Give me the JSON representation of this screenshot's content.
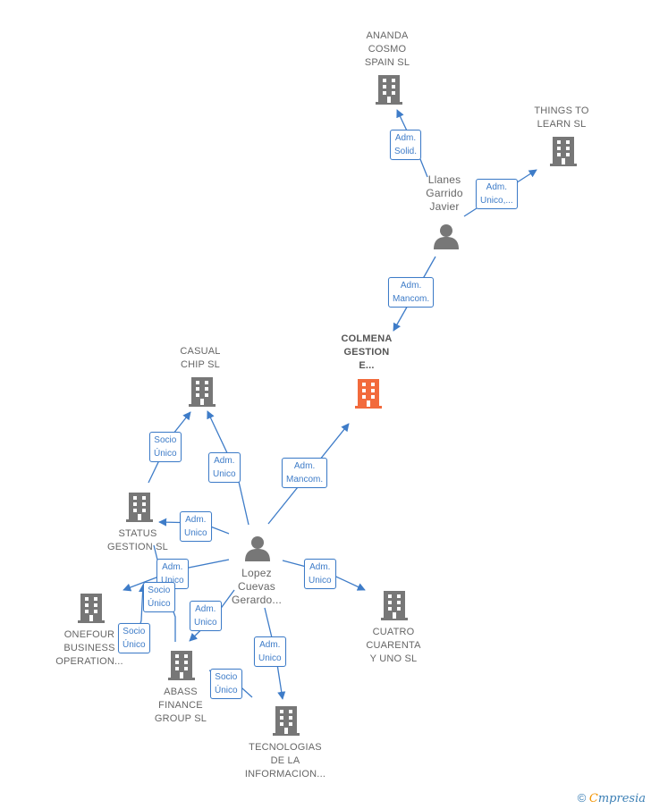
{
  "colors": {
    "edge": "#3e7cc8",
    "company_icon": "#777777",
    "focus_icon": "#f26a3c",
    "person_icon": "#777777"
  },
  "nodes": {
    "ananda": {
      "label": "ANANDA\nCOSMO\nSPAIN SL",
      "icon": "building-icon"
    },
    "things": {
      "label": "THINGS TO\nLEARN SL",
      "icon": "building-icon"
    },
    "llanes": {
      "label": "Llanes\nGarrido\nJavier",
      "icon": "person-icon"
    },
    "colmena": {
      "label": "COLMENA\nGESTION\nE...",
      "icon": "building-icon"
    },
    "casual": {
      "label": "CASUAL\nCHIP SL",
      "icon": "building-icon"
    },
    "status": {
      "label": "STATUS\nGESTION SL",
      "icon": "building-icon"
    },
    "lopez": {
      "label": "Lopez\nCuevas\nGerardo...",
      "icon": "person-icon"
    },
    "onefour": {
      "label": "ONEFOUR\nBUSINESS\nOPERATION...",
      "icon": "building-icon"
    },
    "cuatro": {
      "label": "CUATRO\nCUARENTA\nY UNO SL",
      "icon": "building-icon"
    },
    "abass": {
      "label": "ABASS\nFINANCE\nGROUP SL",
      "icon": "building-icon"
    },
    "tecnologias": {
      "label": "TECNOLOGIAS\nDE LA\nINFORMACION...",
      "icon": "building-icon"
    }
  },
  "edges": {
    "e1": "Adm.\nSolid.",
    "e2": "Adm.\nUnico,...",
    "e3": "Adm.\nMancom.",
    "e4": "Adm.\nMancom.",
    "e5": "Adm.\nUnico",
    "e6": "Socio\nÚnico",
    "e7": "Adm.\nUnico",
    "e8": "Adm.\nUnico",
    "e9": "Socio\nÚnico",
    "e10": "Socio\nÚnico",
    "e11": "Adm.\nUnico",
    "e12": "Adm.\nUnico",
    "e13": "Adm.\nUnico",
    "e14": "Socio\nÚnico"
  },
  "footer": {
    "copyright": "©",
    "brand_first": "C",
    "brand_rest": "mpresia"
  }
}
